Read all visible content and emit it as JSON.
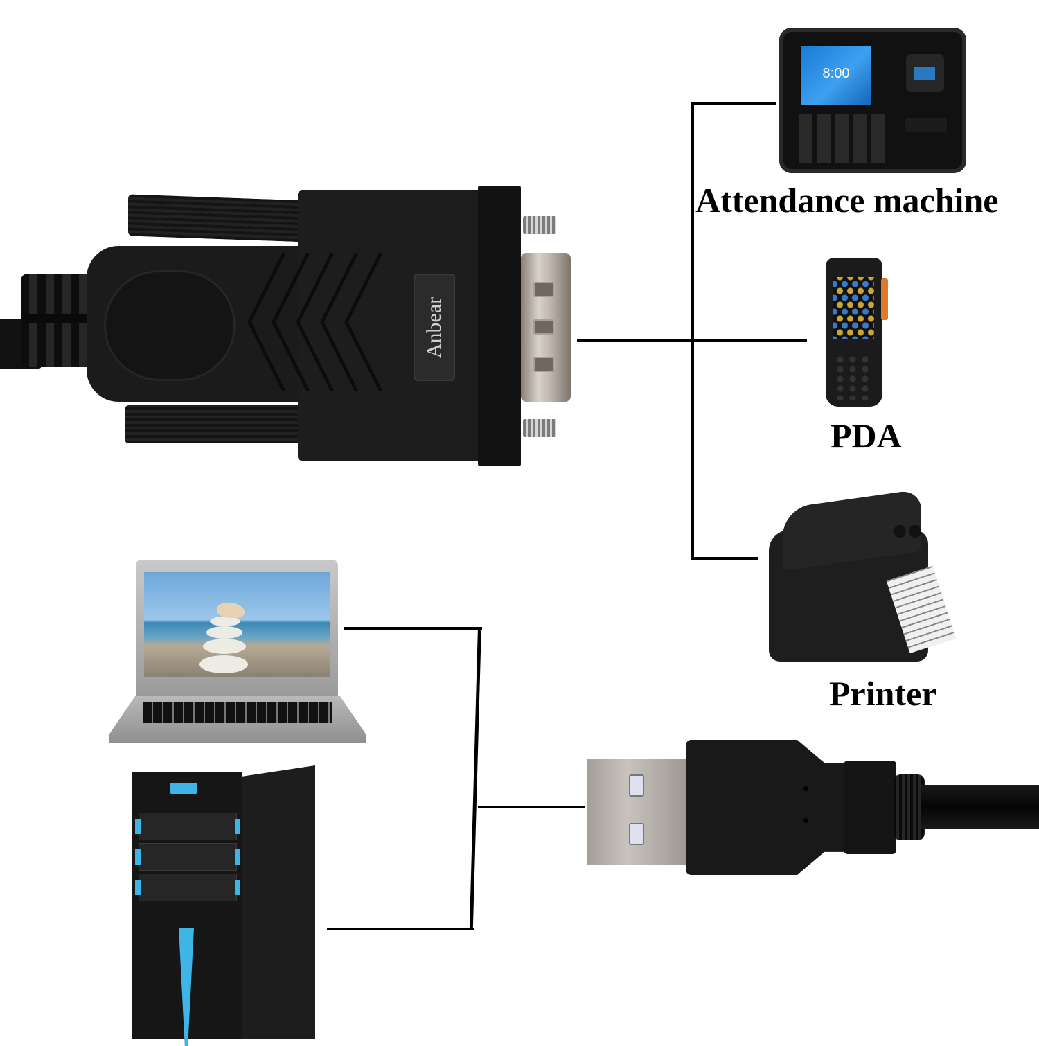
{
  "brand": {
    "logo_text": "Anbear"
  },
  "devices": {
    "serial_side": [
      {
        "id": "attendance",
        "label": "Attendance machine",
        "screen_time": "8:00"
      },
      {
        "id": "pda",
        "label": "PDA"
      },
      {
        "id": "printer",
        "label": "Printer"
      }
    ],
    "usb_side": [
      {
        "id": "laptop",
        "label": ""
      },
      {
        "id": "desktop",
        "label": ""
      }
    ]
  },
  "connectors": {
    "serial": "DB9 RS232 male connector",
    "usb": "USB Type-A male connector"
  },
  "colors": {
    "background": "#ffffff",
    "lines": "#000000",
    "connector_black": "#1b1b1b",
    "accent_blue": "#3fb4e6",
    "metal": "#c9c3bd"
  }
}
